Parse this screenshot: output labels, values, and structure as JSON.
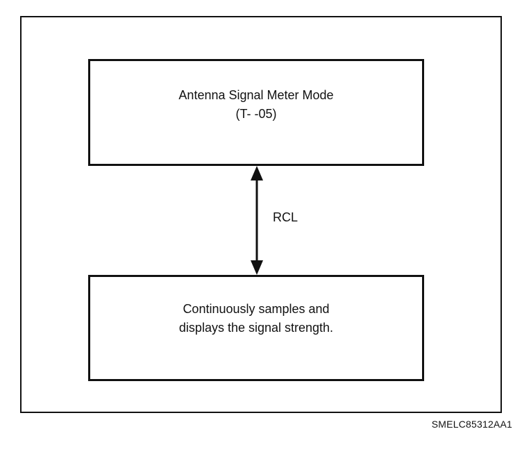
{
  "top_box": {
    "line1": "Antenna Signal Meter Mode",
    "line2": "(T- -05)"
  },
  "connector": {
    "label": "RCL"
  },
  "bottom_box": {
    "line1": "Continuously samples and",
    "line2": "displays the signal strength."
  },
  "figure_code": "SMELC85312AA1"
}
